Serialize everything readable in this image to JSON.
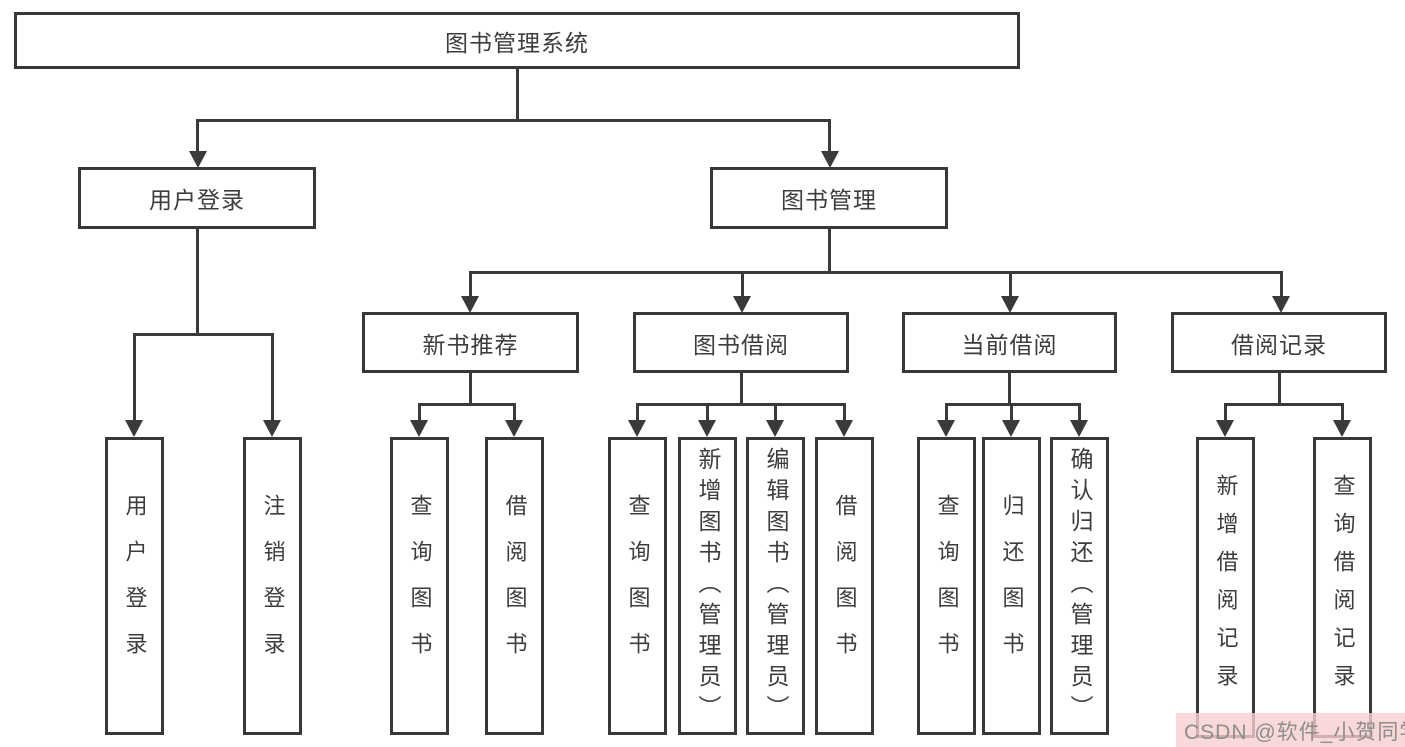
{
  "boxes": {
    "root": "图书管理系统",
    "user_login": "用户登录",
    "book_mgmt": "图书管理",
    "new_book_rec": "新书推荐",
    "book_borrow": "图书借阅",
    "current_borrow": "当前借阅",
    "borrow_records": "借阅记录",
    "v_user_login": "用户登录",
    "v_logout": "注销登录",
    "v_query_book_rec": "查询图书",
    "v_borrow_book_rec": "借阅图书",
    "v_query_book_borrow": "查询图书",
    "v_add_book_admin": "新增图书（管理员）",
    "v_edit_book_admin": "编辑图书（管理员）",
    "v_borrow_book_borrow": "借阅图书",
    "v_query_book_current": "查询图书",
    "v_return_book": "归还图书",
    "v_confirm_return_admin": "确认归还（管理员）",
    "v_add_borrow_record": "新增借阅记录",
    "v_query_borrow_record": "查询借阅记录"
  },
  "hierarchy": {
    "图书管理系统": {
      "用户登录": [
        "用户登录",
        "注销登录"
      ],
      "图书管理": {
        "新书推荐": [
          "查询图书",
          "借阅图书"
        ],
        "图书借阅": [
          "查询图书",
          "新增图书（管理员）",
          "编辑图书（管理员）",
          "借阅图书"
        ],
        "当前借阅": [
          "查询图书",
          "归还图书",
          "确认归还（管理员）"
        ],
        "借阅记录": [
          "新增借阅记录",
          "查询借阅记录"
        ]
      }
    }
  },
  "watermark": {
    "text": "CSDN @软件_小贺同学"
  },
  "colors": {
    "line": "#3a3a3a",
    "box_border": "#383838",
    "box_bg": "#ffffff",
    "text": "#3d3d3d",
    "watermark_text": "#8e8e8e",
    "watermark_bg": "#f6cece"
  }
}
